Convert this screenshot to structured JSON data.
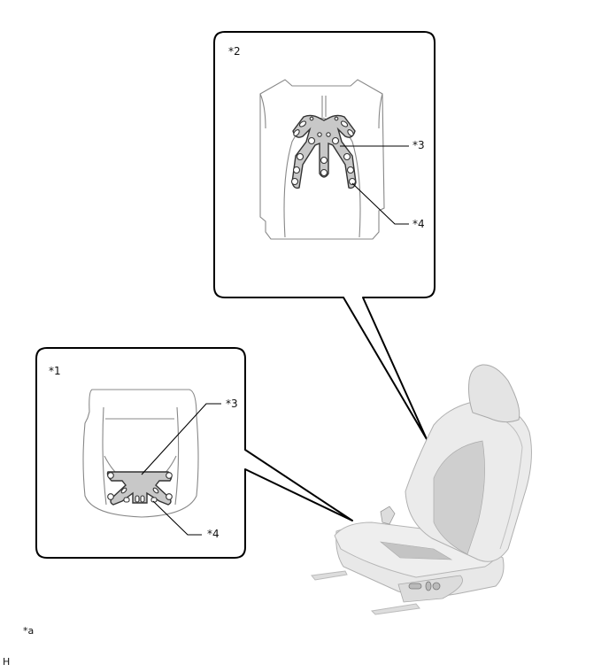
{
  "figure": {
    "description": "Seat heater element locations - seat cushion and seatback",
    "footer_label": "*a",
    "footer_code": "H"
  },
  "callouts": {
    "seatback": {
      "id": "*2",
      "part_labels": [
        "*3",
        "*4"
      ]
    },
    "cushion": {
      "id": "*1",
      "part_labels": [
        "*3",
        "*4"
      ]
    }
  },
  "colors": {
    "outline": "#000000",
    "seat_outline": "#7a7a7a",
    "heater_fill": "#c8c8c8",
    "heater_stroke": "#333333",
    "seat_shade_light": "#ececec",
    "seat_shade_mid": "#d0d0d0",
    "seat_shade_dark": "#a8a8a8"
  }
}
